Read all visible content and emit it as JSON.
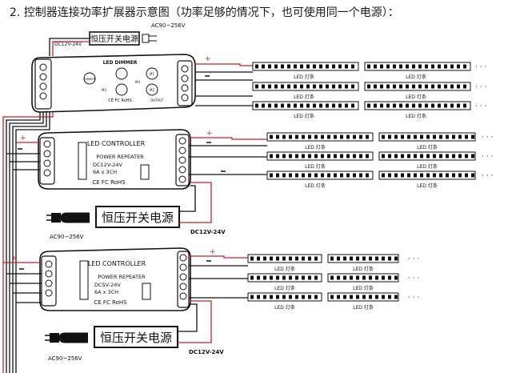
{
  "title": "2. 控制器连接功率扩展器示意图（功率足够的情况下，也可使用同一个电源）：",
  "dimmer": {
    "name": "LED DIMMER",
    "power_label": "恒压开关电源",
    "ac_label": "AC90~256V",
    "dc_label": "DC12V-24V",
    "buttons": [
      "DIMMER",
      "M1",
      "M2",
      "M3",
      "M4"
    ],
    "foot_left": "CE FC RoHS",
    "foot_right": "OUTPUT"
  },
  "repeaters": [
    {
      "header": "LED CONTROLLER",
      "line1": "POWER REPEATER",
      "line2": "DC12V-24V",
      "line3": "6A x 3CH",
      "cert": "CE FC RoHS",
      "power_label": "恒压开关电源",
      "ac_label": "AC90~256V",
      "dc_label": "DC12V-24V"
    },
    {
      "header": "LED CONTROLLER",
      "line1": "POWER REPEATER",
      "line2": "DC5V-24V",
      "line3": "6A x 3CH",
      "cert": "CE FC RoHS",
      "power_label": "恒压开关电源",
      "ac_label": "AC90~256V",
      "dc_label": "DC12V-24V"
    }
  ],
  "strip_label": "LED 灯条",
  "ellipsis": "· · ·",
  "colors": {
    "positive": "#c8202a",
    "wire": "#111111"
  }
}
